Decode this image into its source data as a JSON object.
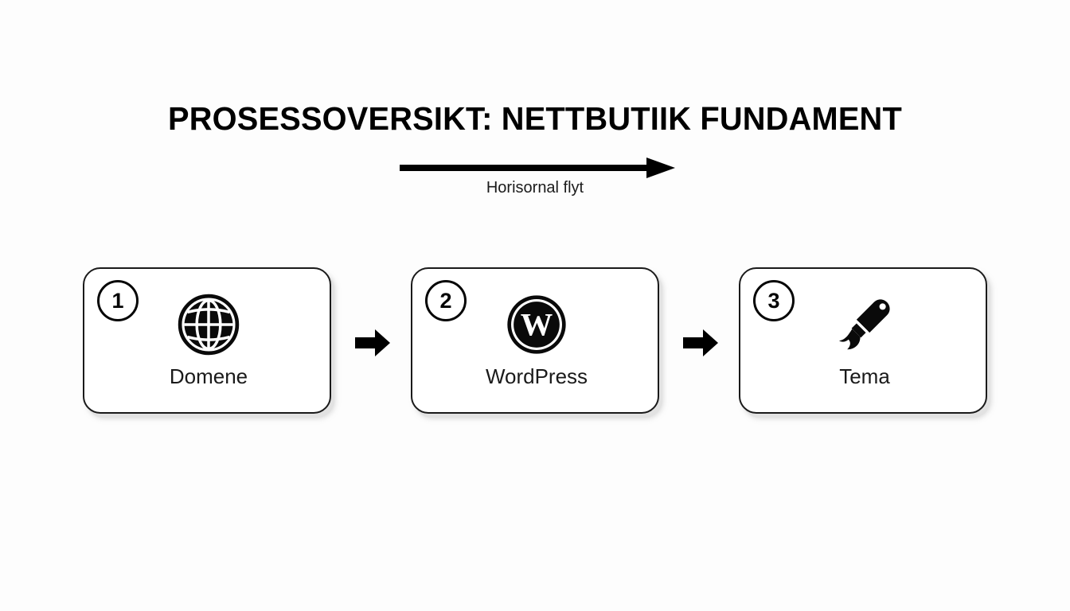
{
  "page": {
    "background_color": "#fdfdfd",
    "ink_color": "#111111"
  },
  "title": "PROSESSOVERSIKT: NETTBUTIIK FUNDAMENT",
  "flow": {
    "caption": "Horisornal flyt",
    "arrow_icon": "right-arrow-icon",
    "direction": "left-to-right"
  },
  "steps": [
    {
      "number": "1",
      "label": "Domene",
      "icon": "globe-icon"
    },
    {
      "number": "2",
      "label": "WordPress",
      "icon": "wordpress-logo-icon"
    },
    {
      "number": "3",
      "label": "Tema",
      "icon": "paintbrush-icon"
    }
  ],
  "connectors": [
    {
      "icon": "block-right-arrow-icon"
    },
    {
      "icon": "block-right-arrow-icon"
    }
  ]
}
